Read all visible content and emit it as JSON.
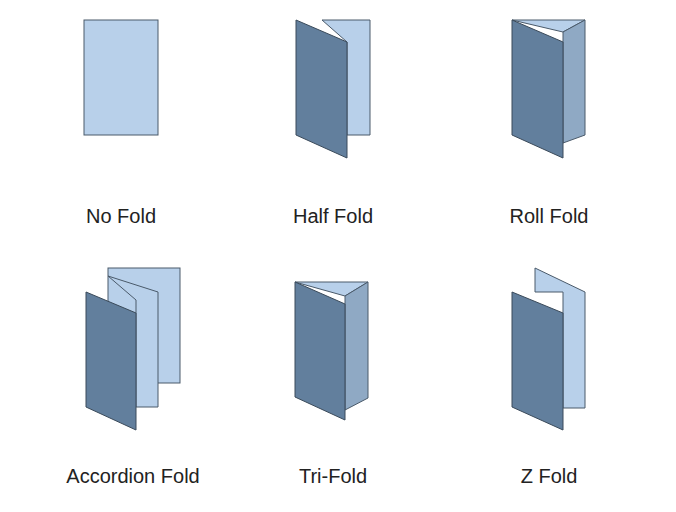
{
  "diagram": {
    "labels": [
      "No Fold",
      "Half Fold",
      "Roll Fold",
      "Accordion Fold",
      "Tri-Fold",
      "Z Fold"
    ]
  }
}
